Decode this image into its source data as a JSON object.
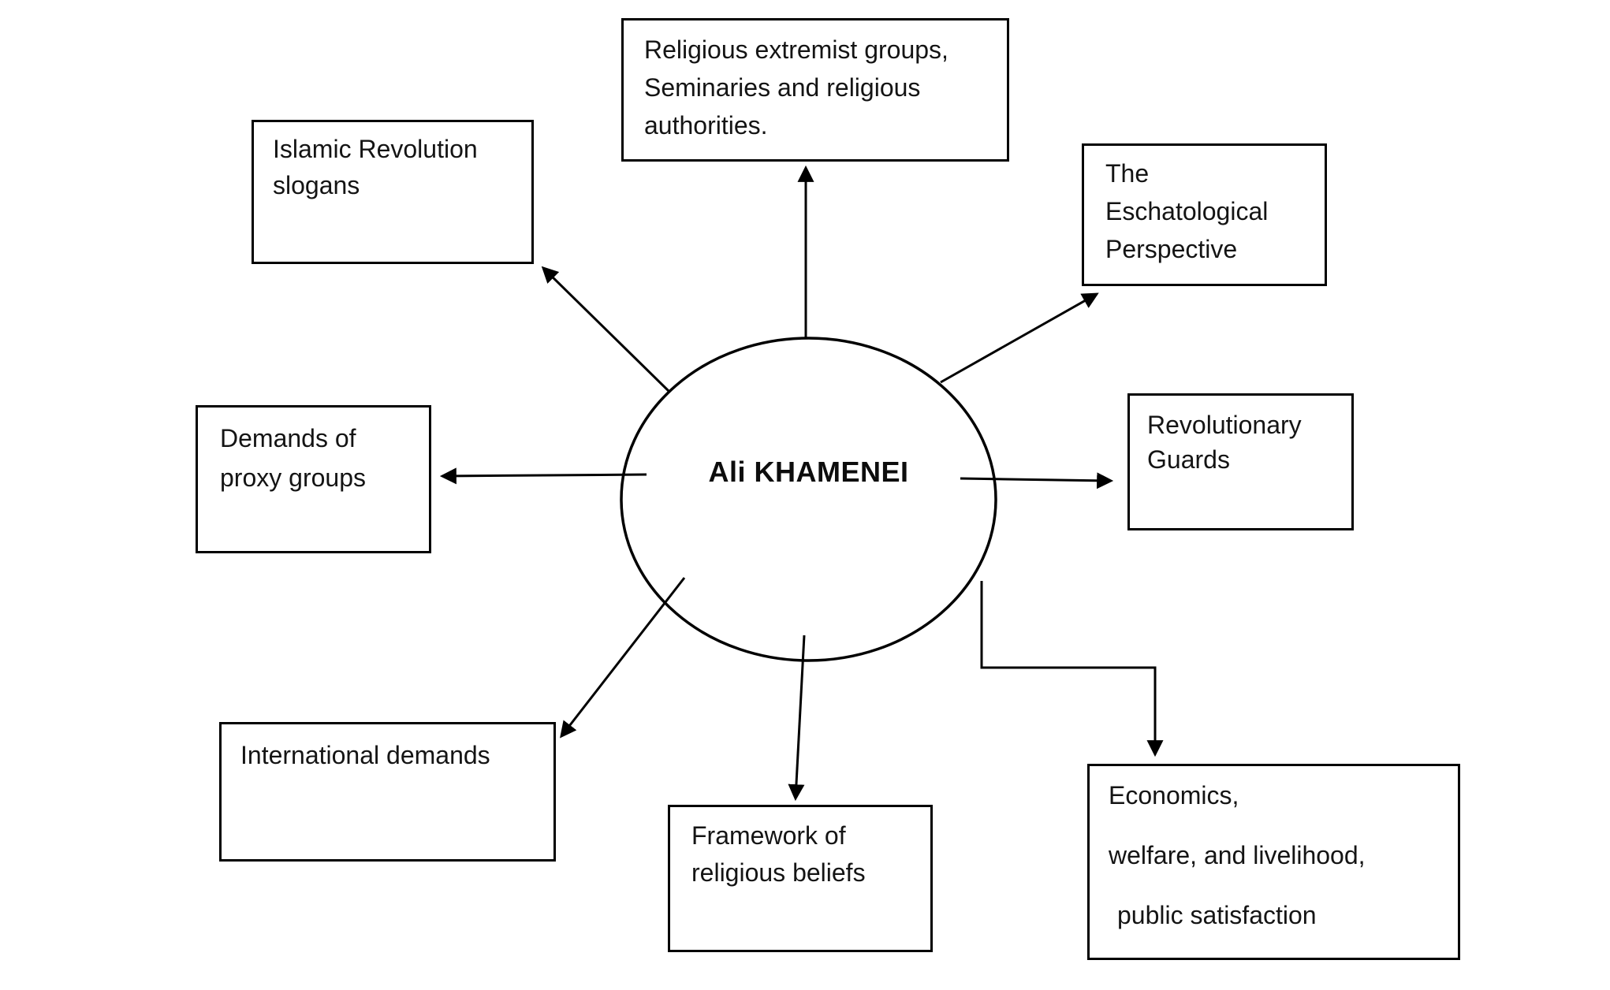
{
  "diagram": {
    "title_hint": "Influence map around Ali Khamenei",
    "colors": {
      "stroke": "#000000",
      "background": "#ffffff",
      "text": "#141414"
    },
    "center": {
      "label": "Ali KHAMENEI"
    },
    "nodes": {
      "religious": {
        "lines": [
          "Religious extremist groups,",
          "Seminaries and religious",
          "authorities."
        ]
      },
      "islamic": {
        "lines": [
          "Islamic Revolution",
          "slogans"
        ]
      },
      "eschatology": {
        "lines": [
          "The",
          "Eschatological",
          "Perspective"
        ]
      },
      "proxy": {
        "lines": [
          "Demands of",
          "proxy groups"
        ]
      },
      "guards": {
        "lines": [
          "Revolutionary",
          "Guards"
        ]
      },
      "international": {
        "lines": [
          "International demands"
        ]
      },
      "framework": {
        "lines": [
          "Framework of",
          "religious beliefs"
        ]
      },
      "economics": {
        "lines": [
          "Economics,",
          "welfare, and livelihood,",
          "public satisfaction"
        ]
      }
    },
    "connectors": [
      "center-to-religious",
      "center-to-islamic",
      "center-to-eschatology",
      "center-to-proxy",
      "center-to-guards",
      "center-to-international",
      "center-to-framework",
      "center-to-economics"
    ]
  }
}
